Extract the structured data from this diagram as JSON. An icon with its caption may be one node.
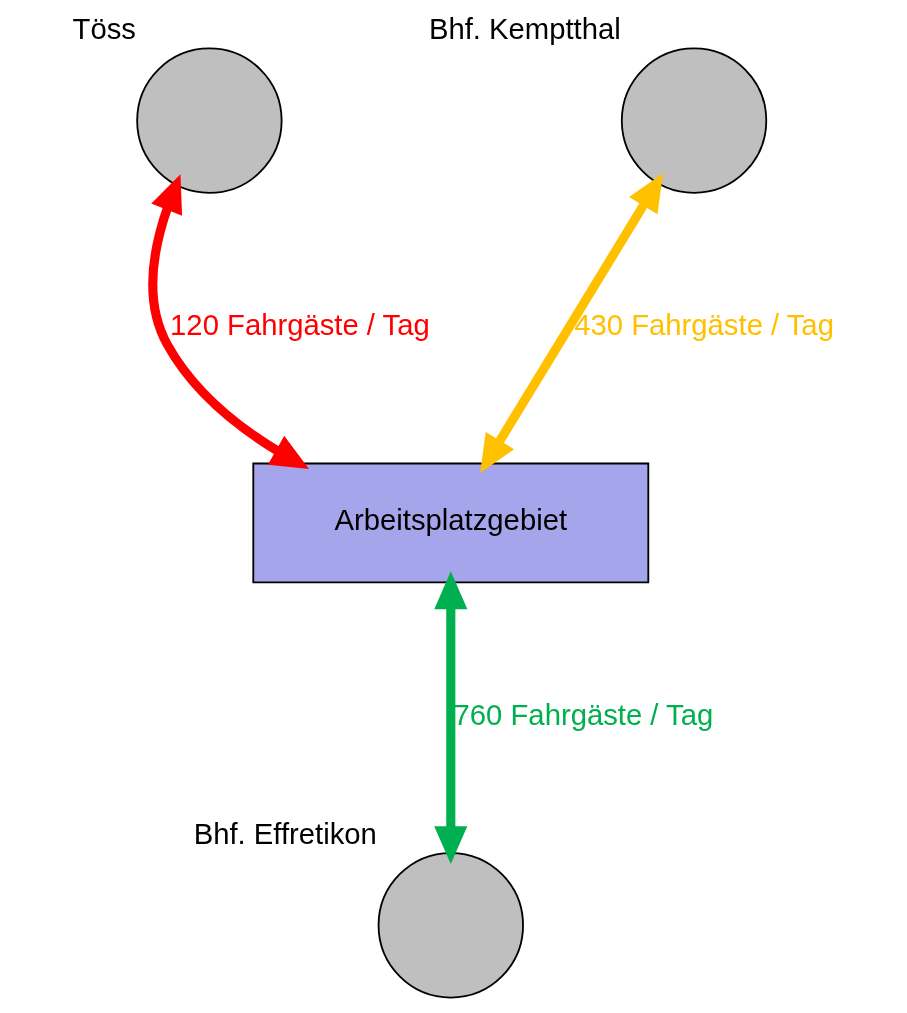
{
  "diagram": {
    "nodes": [
      {
        "text": [],
        "shape": "circle",
        "beside": [
          "Töss"
        ]
      },
      {
        "text": [],
        "shape": "circle",
        "beside": [
          "Bhf. Kemptthal"
        ]
      },
      {
        "text": [
          "Arbeitsplatzgebiet"
        ]
      },
      {
        "text": [],
        "shape": "circle",
        "beside": [
          "Bhf. Effretikon"
        ]
      }
    ],
    "edges": [
      {
        "from": 0,
        "to": 2,
        "arrow": "both",
        "label": "120 Fahrgäste / Tag",
        "color": "#ff0000"
      },
      {
        "from": 1,
        "to": 2,
        "arrow": "both",
        "label": "430 Fahrgäste / Tag",
        "color": "#ffc000"
      },
      {
        "from": 2,
        "to": 3,
        "arrow": "both",
        "label": "760 Fahrgäste / Tag",
        "color": "#00b050"
      }
    ]
  }
}
